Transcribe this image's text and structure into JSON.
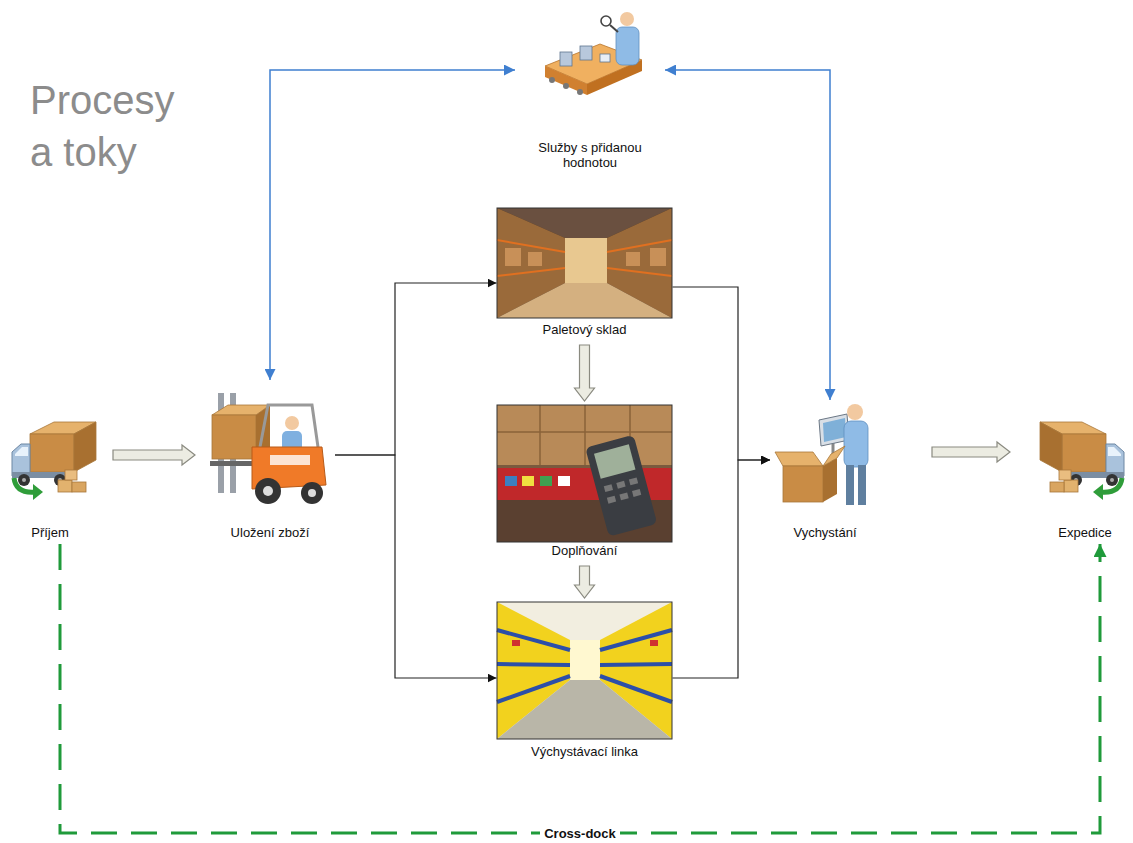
{
  "diagram": {
    "title": "Procesy a toky",
    "nodes": [
      {
        "text": [
          "Služby s přidanou hodnotou"
        ]
      },
      {
        "text": [
          "Příjem"
        ]
      },
      {
        "text": [
          "Uložení zboží"
        ]
      },
      {
        "text": [
          "Paletový sklad"
        ]
      },
      {
        "text": [
          "Doplňování"
        ]
      },
      {
        "text": [
          "Výchystávací linka"
        ]
      },
      {
        "text": [
          "Vychystání"
        ]
      },
      {
        "text": [
          "Expedice"
        ]
      }
    ],
    "edges": [
      {
        "from": 1,
        "to": 2,
        "arrow": "to"
      },
      {
        "from": 2,
        "to": 3,
        "arrow": "to"
      },
      {
        "from": 2,
        "to": 5,
        "arrow": "to"
      },
      {
        "from": 3,
        "to": 6,
        "arrow": "to"
      },
      {
        "from": 5,
        "to": 6,
        "arrow": "to"
      },
      {
        "from": 3,
        "to": 4,
        "arrow": "to"
      },
      {
        "from": 4,
        "to": 5,
        "arrow": "to"
      },
      {
        "from": 6,
        "to": 7,
        "arrow": "to"
      },
      {
        "from": 2,
        "to": 0,
        "arrow": "both"
      },
      {
        "from": 6,
        "to": 0,
        "arrow": "both"
      },
      {
        "from": 1,
        "to": 7,
        "label": "Cross-dock",
        "arrow": "to"
      }
    ]
  }
}
